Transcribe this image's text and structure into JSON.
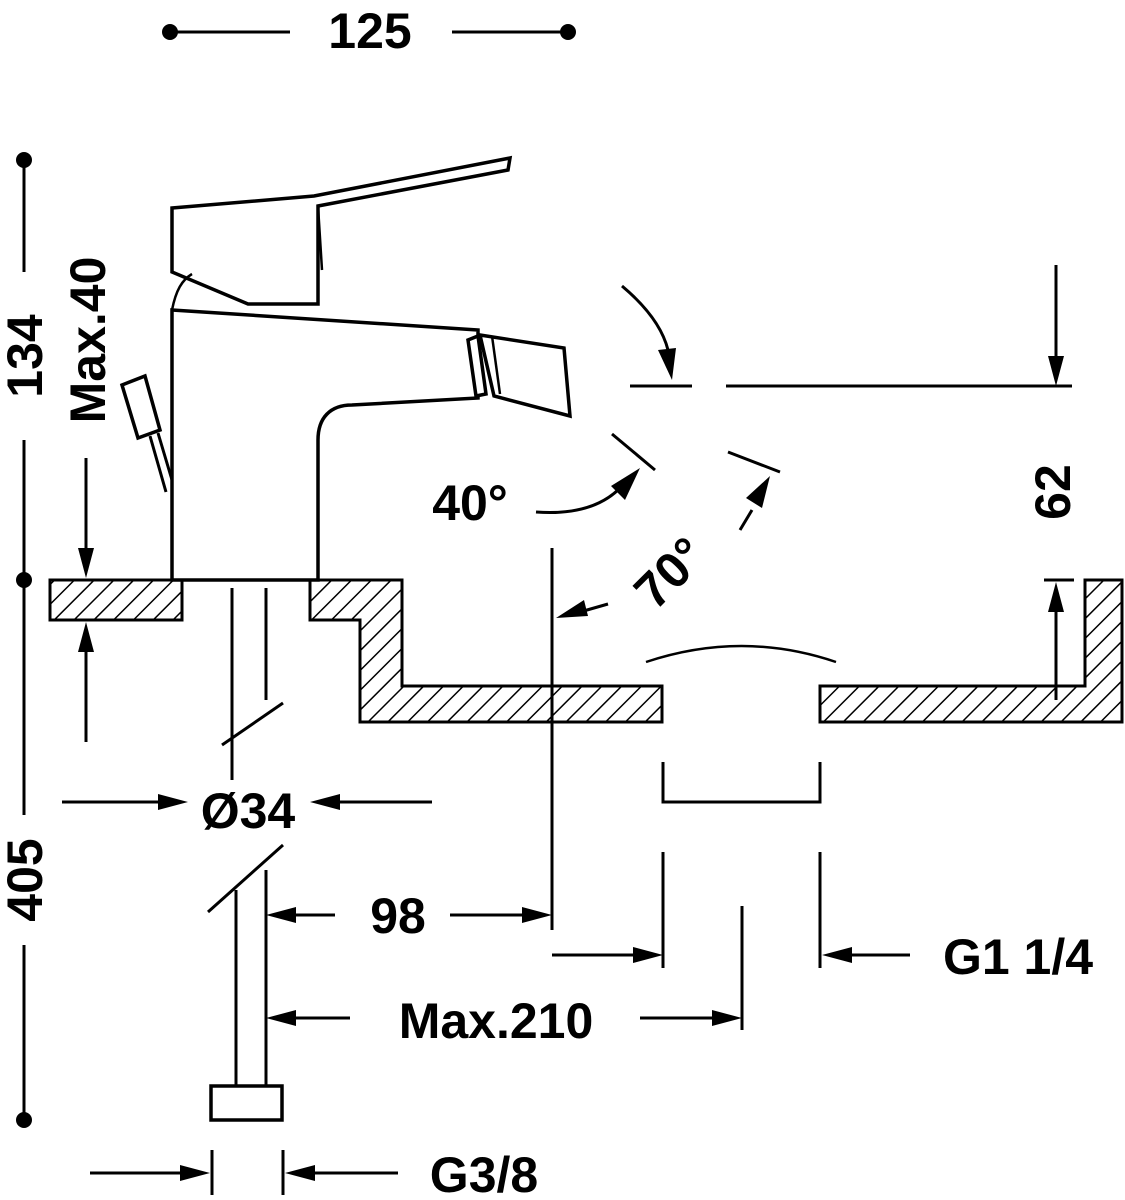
{
  "dimensions": {
    "width_total": "125",
    "height_upper": "134",
    "height_lower": "405",
    "max_thickness": "Max.40",
    "tilt_angle": "40°",
    "swivel_angle": "70°",
    "outlet_height": "62",
    "diameter": "Ø34",
    "spout_reach": "98",
    "max_reach": "Max.210",
    "waste_thread": "G1 1/4",
    "supply_thread": "G3/8"
  }
}
